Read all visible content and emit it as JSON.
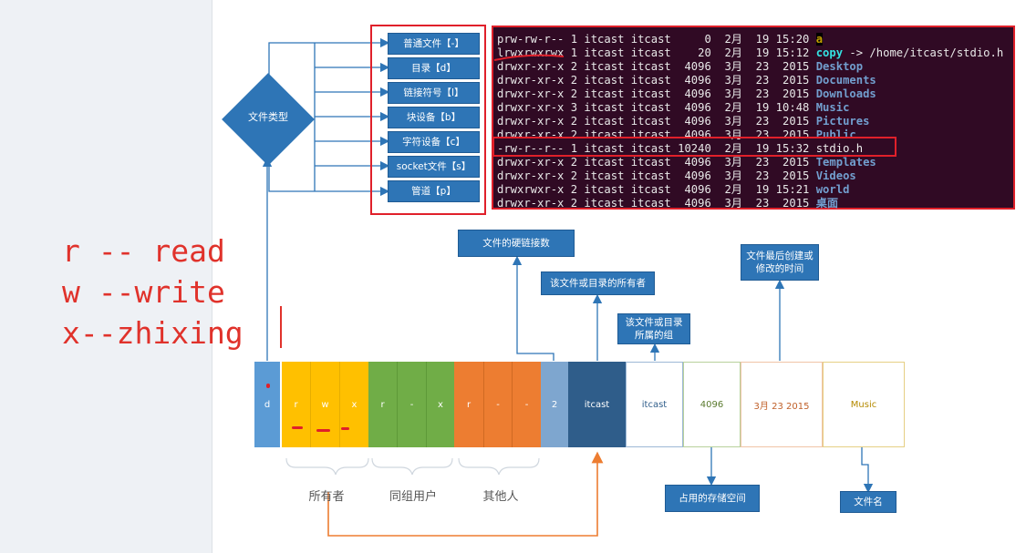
{
  "notes": {
    "line1": "r -- read",
    "line2": "w --write",
    "line3": "x--zhixing"
  },
  "file_type": {
    "label": "文件类型",
    "types": [
      "普通文件【-】",
      "目录【d】",
      "链接符号【l】",
      "块设备【b】",
      "字符设备【c】",
      "socket文件【s】",
      "管道【p】"
    ]
  },
  "terminal": {
    "lines": [
      {
        "text": "prw-rw-r-- 1 itcast itcast     0  2月  19 15:20 ",
        "name": "a",
        "kind": "pipe"
      },
      {
        "text": "lrwxrwxrwx 1 itcast itcast    20  2月  19 15:12 ",
        "name": "copy",
        "suffix": " -> /home/itcast/stdio.h",
        "kind": "link"
      },
      {
        "text": "drwxr-xr-x 2 itcast itcast  4096  3月  23  2015 ",
        "name": "Desktop",
        "kind": "dir"
      },
      {
        "text": "drwxr-xr-x 2 itcast itcast  4096  3月  23  2015 ",
        "name": "Documents",
        "kind": "dir"
      },
      {
        "text": "drwxr-xr-x 2 itcast itcast  4096  3月  23  2015 ",
        "name": "Downloads",
        "kind": "dir"
      },
      {
        "text": "drwxr-xr-x 3 itcast itcast  4096  2月  19 10:48 ",
        "name": "Music",
        "kind": "dir"
      },
      {
        "text": "drwxr-xr-x 2 itcast itcast  4096  3月  23  2015 ",
        "name": "Pictures",
        "kind": "dir"
      },
      {
        "text": "drwxr-xr-x 2 itcast itcast  4096  3月  23  2015 ",
        "name": "Public",
        "kind": "dir"
      },
      {
        "text": "-rw-r--r-- 1 itcast itcast 10240  2月  19 15:32 ",
        "name": "stdio.h",
        "kind": "file"
      },
      {
        "text": "drwxr-xr-x 2 itcast itcast  4096  3月  23  2015 ",
        "name": "Templates",
        "kind": "dir"
      },
      {
        "text": "drwxr-xr-x 2 itcast itcast  4096  3月  23  2015 ",
        "name": "Videos",
        "kind": "dir"
      },
      {
        "text": "drwxrwxr-x 2 itcast itcast  4096  2月  19 15:21 ",
        "name": "world",
        "kind": "dir"
      },
      {
        "text": "drwxr-xr-x 2 itcast itcast  4096  3月  23  2015 ",
        "name": "桌面",
        "kind": "dir"
      }
    ]
  },
  "callouts": {
    "hardlinks": "文件的硬链接数",
    "owner": "该文件或目录的所有者",
    "group_line1": "该文件或目录",
    "group_line2": "所属的组",
    "mtime_line1": "文件最后创建或",
    "mtime_line2": "修改的时间",
    "size": "占用的存储空间",
    "filename": "文件名"
  },
  "segments": {
    "type": "d",
    "owner": [
      "r",
      "w",
      "x"
    ],
    "group": [
      "r",
      "-",
      "x"
    ],
    "other": [
      "r",
      "-",
      "-"
    ],
    "links": "2",
    "user": "itcast",
    "group_name": "itcast",
    "size": "4096",
    "date": "3月 23 2015",
    "name": "Music"
  },
  "group_labels": {
    "owner": "所有者",
    "group": "同组用户",
    "other": "其他人"
  },
  "colors": {
    "type": "#5b9bd5",
    "owner": "#ffc000",
    "group": "#70ad47",
    "other": "#ed7d31",
    "links": "#5b9bd5",
    "user": "#2f5d8a",
    "accent": "#2e75b6",
    "annotation": "#e0322b"
  }
}
